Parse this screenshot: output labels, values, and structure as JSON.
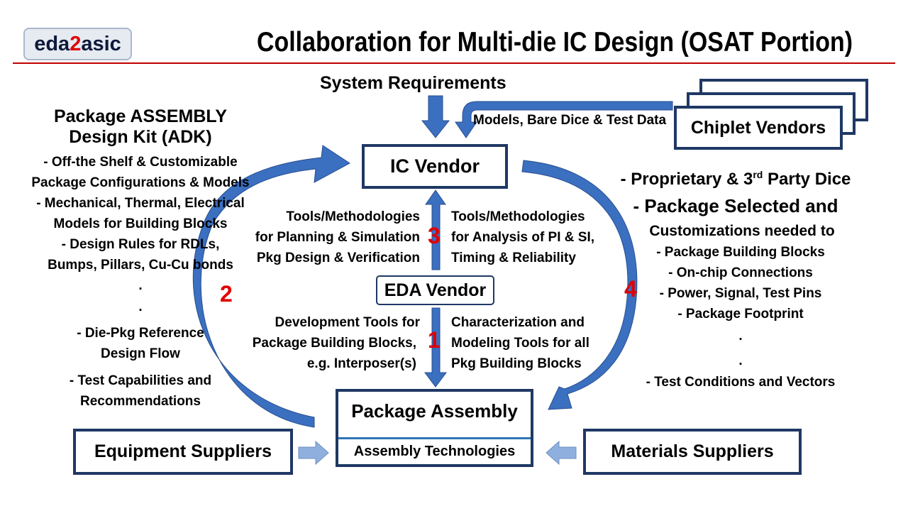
{
  "logo": {
    "part1": "eda",
    "part2": "2",
    "part3": "asic"
  },
  "title": "Collaboration for Multi-die IC Design (OSAT Portion)",
  "system_requirements": "System Requirements",
  "models_label": "Models, Bare Dice & Test Data",
  "chiplet_vendors": "Chiplet Vendors",
  "ic_vendor": "IC Vendor",
  "eda_vendor": "EDA Vendor",
  "package_assembly": "Package Assembly",
  "assembly_technologies": "Assembly Technologies",
  "equipment_suppliers": "Equipment Suppliers",
  "materials_suppliers": "Materials Suppliers",
  "numbers": {
    "n1": "1",
    "n2": "2",
    "n3": "3",
    "n4": "4"
  },
  "tools_left_3": [
    "Tools/Methodologies",
    "for Planning & Simulation",
    "Pkg Design & Verification"
  ],
  "tools_right_3": [
    "Tools/Methodologies",
    "for Analysis of PI & SI,",
    "Timing & Reliability"
  ],
  "tools_left_1": [
    "Development Tools for",
    "Package Building Blocks,",
    "e.g. Interposer(s)"
  ],
  "tools_right_1": [
    "Characterization and",
    "Modeling Tools for all",
    "Pkg Building Blocks"
  ],
  "adk": {
    "title1": "Package ASSEMBLY",
    "title2": "Design Kit (ADK)",
    "lines": [
      "- Off-the Shelf & Customizable",
      "Package Configurations & Models",
      "- Mechanical, Thermal, Electrical",
      "Models for Building Blocks",
      "- Design Rules for RDLs,",
      "Bumps, Pillars, Cu-Cu bonds",
      ".",
      ".",
      "- Die-Pkg Reference",
      "Design Flow",
      "- Test Capabilities and",
      "Recommendations"
    ]
  },
  "right": {
    "line1_pre": "- Proprietary & 3",
    "line1_sup": "rd",
    "line1_post": " Party Dice",
    "line2": "- Package Selected and",
    "line3": "Customizations needed to",
    "items": [
      "- Package Building Blocks",
      "- On-chip Connections",
      "- Power, Signal, Test Pins",
      "- Package Footprint",
      ".",
      ".",
      "- Test Conditions and Vectors"
    ]
  },
  "colors": {
    "arrow": "#3b6fc0",
    "box_border": "#1f3864",
    "rule": "#c00000",
    "number": "#e00000"
  }
}
